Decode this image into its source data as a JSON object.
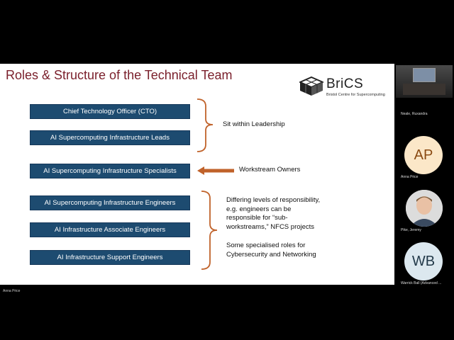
{
  "slide": {
    "title": "Roles & Structure of the Technical Team",
    "logo": {
      "name": "BriCS",
      "subtitle": "Bristol Centre for Supercomputing"
    },
    "roles": [
      "Chief Technology Officer (CTO)",
      "AI Supercomputing Infrastructure Leads",
      "AI Supercomputing Infrastructure Specialists",
      "AI Supercomputing Infrastructure Engineers",
      "AI Infrastructure Associate Engineers",
      "AI Infrastructure Support Engineers"
    ],
    "notes": {
      "leadership": "Sit within Leadership",
      "workstream": "Workstream Owners",
      "engineers_1": "Differing levels of responsibility,",
      "engineers_2": "e.g. engineers can be",
      "engineers_3": "responsible for “sub-",
      "engineers_4": "workstreams,” NFCS projects",
      "specialised_1": "Some specialised roles for",
      "specialised_2": "Cybersecurity and Networking"
    },
    "colors": {
      "title": "#7a1f2b",
      "box": "#1d4b70",
      "bracket": "#c0622a"
    }
  },
  "participants": [
    {
      "name": "Neale, Ruxandra",
      "type": "video"
    },
    {
      "name": "Anna Price",
      "initials": "AP",
      "avatar_color": "#fbe7c8",
      "text_color": "#8a4a12"
    },
    {
      "name": "Pike, Jeremy",
      "type": "photo"
    },
    {
      "name": "Warrick Ball (Advanced ...",
      "initials": "WB",
      "avatar_color": "#dce8ef",
      "text_color": "#233a4a"
    }
  ],
  "presenter": "Anna Price"
}
